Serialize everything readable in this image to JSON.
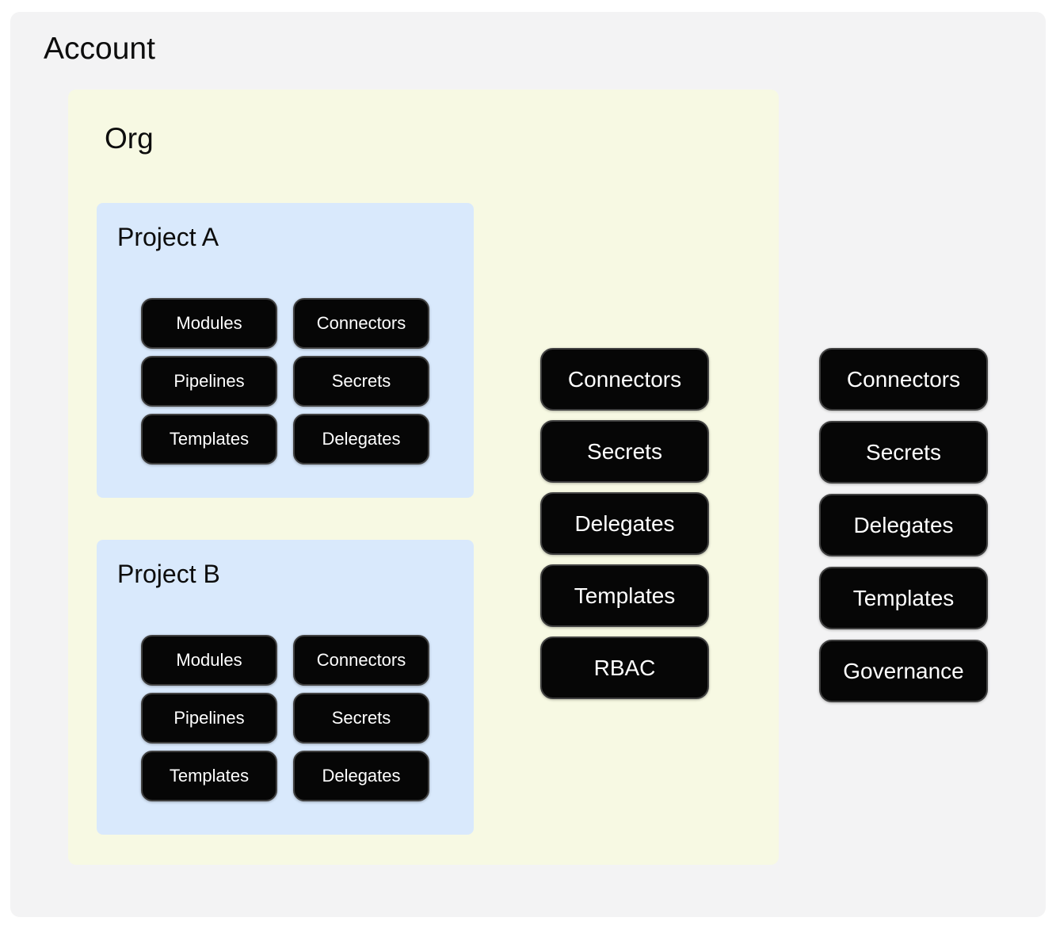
{
  "account": {
    "title": "Account",
    "resources": [
      "Connectors",
      "Secrets",
      "Delegates",
      "Templates",
      "Governance"
    ]
  },
  "org": {
    "title": "Org",
    "resources": [
      "Connectors",
      "Secrets",
      "Delegates",
      "Templates",
      "RBAC"
    ],
    "projects": [
      {
        "title": "Project A",
        "resources": [
          "Modules",
          "Connectors",
          "Pipelines",
          "Secrets",
          "Templates",
          "Delegates"
        ]
      },
      {
        "title": "Project B",
        "resources": [
          "Modules",
          "Connectors",
          "Pipelines",
          "Secrets",
          "Templates",
          "Delegates"
        ]
      }
    ]
  },
  "colors": {
    "page_bg": "#ffffff",
    "account_bg": "#f3f3f4",
    "org_bg": "#f7f9e3",
    "project_bg": "#d9e9fc",
    "pill_bg": "#060606",
    "pill_border": "#404040",
    "pill_text": "#ffffff",
    "title_text": "#0d0d0d"
  }
}
